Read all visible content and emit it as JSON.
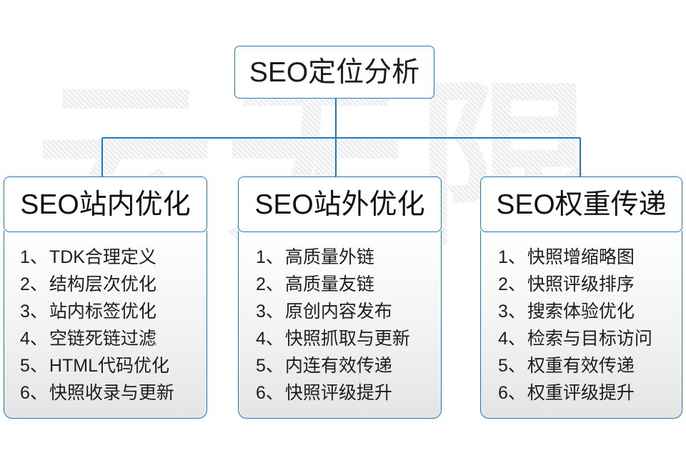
{
  "diagram": {
    "title": "SEO定位分析",
    "watermark": "云无限",
    "accent_color": "#1f76c4",
    "text_color": "#1b1b1b",
    "background_color": "#ffffff",
    "body_gradient_top": "#ffffff",
    "body_gradient_bottom": "#e4e4e4",
    "watermark_color": "#ededed",
    "columns": [
      {
        "header": "SEO站内优化",
        "items": [
          {
            "num": "1",
            "sep": "、",
            "text": "TDK合理定义"
          },
          {
            "num": "2",
            "sep": "、",
            "text": "结构层次优化"
          },
          {
            "num": "3",
            "sep": "、",
            "text": "站内标签优化"
          },
          {
            "num": "4",
            "sep": "、",
            "text": "空链死链过滤"
          },
          {
            "num": "5",
            "sep": "、",
            "text": "HTML代码优化"
          },
          {
            "num": "6",
            "sep": "、",
            "text": "快照收录与更新"
          }
        ]
      },
      {
        "header": "SEO站外优化",
        "items": [
          {
            "num": "1",
            "sep": "、",
            "text": "高质量外链"
          },
          {
            "num": "2",
            "sep": "、",
            "text": "高质量友链"
          },
          {
            "num": "3",
            "sep": "、",
            "text": "原创内容发布"
          },
          {
            "num": "4",
            "sep": "、",
            "text": "快照抓取与更新"
          },
          {
            "num": "5",
            "sep": "、",
            "text": "内连有效传递"
          },
          {
            "num": "6",
            "sep": "、",
            "text": "快照评级提升"
          }
        ]
      },
      {
        "header": "SEO权重传递",
        "items": [
          {
            "num": "1",
            "sep": "、",
            "text": "快照增缩略图"
          },
          {
            "num": "2",
            "sep": "、",
            "text": "快照评级排序"
          },
          {
            "num": "3",
            "sep": "、",
            "text": "搜索体验优化"
          },
          {
            "num": "4",
            "sep": "、",
            "text": "检索与目标访问"
          },
          {
            "num": "5",
            "sep": "、",
            "text": "权重有效传递"
          },
          {
            "num": "6",
            "sep": "、",
            "text": "权重评级提升"
          }
        ]
      }
    ]
  }
}
